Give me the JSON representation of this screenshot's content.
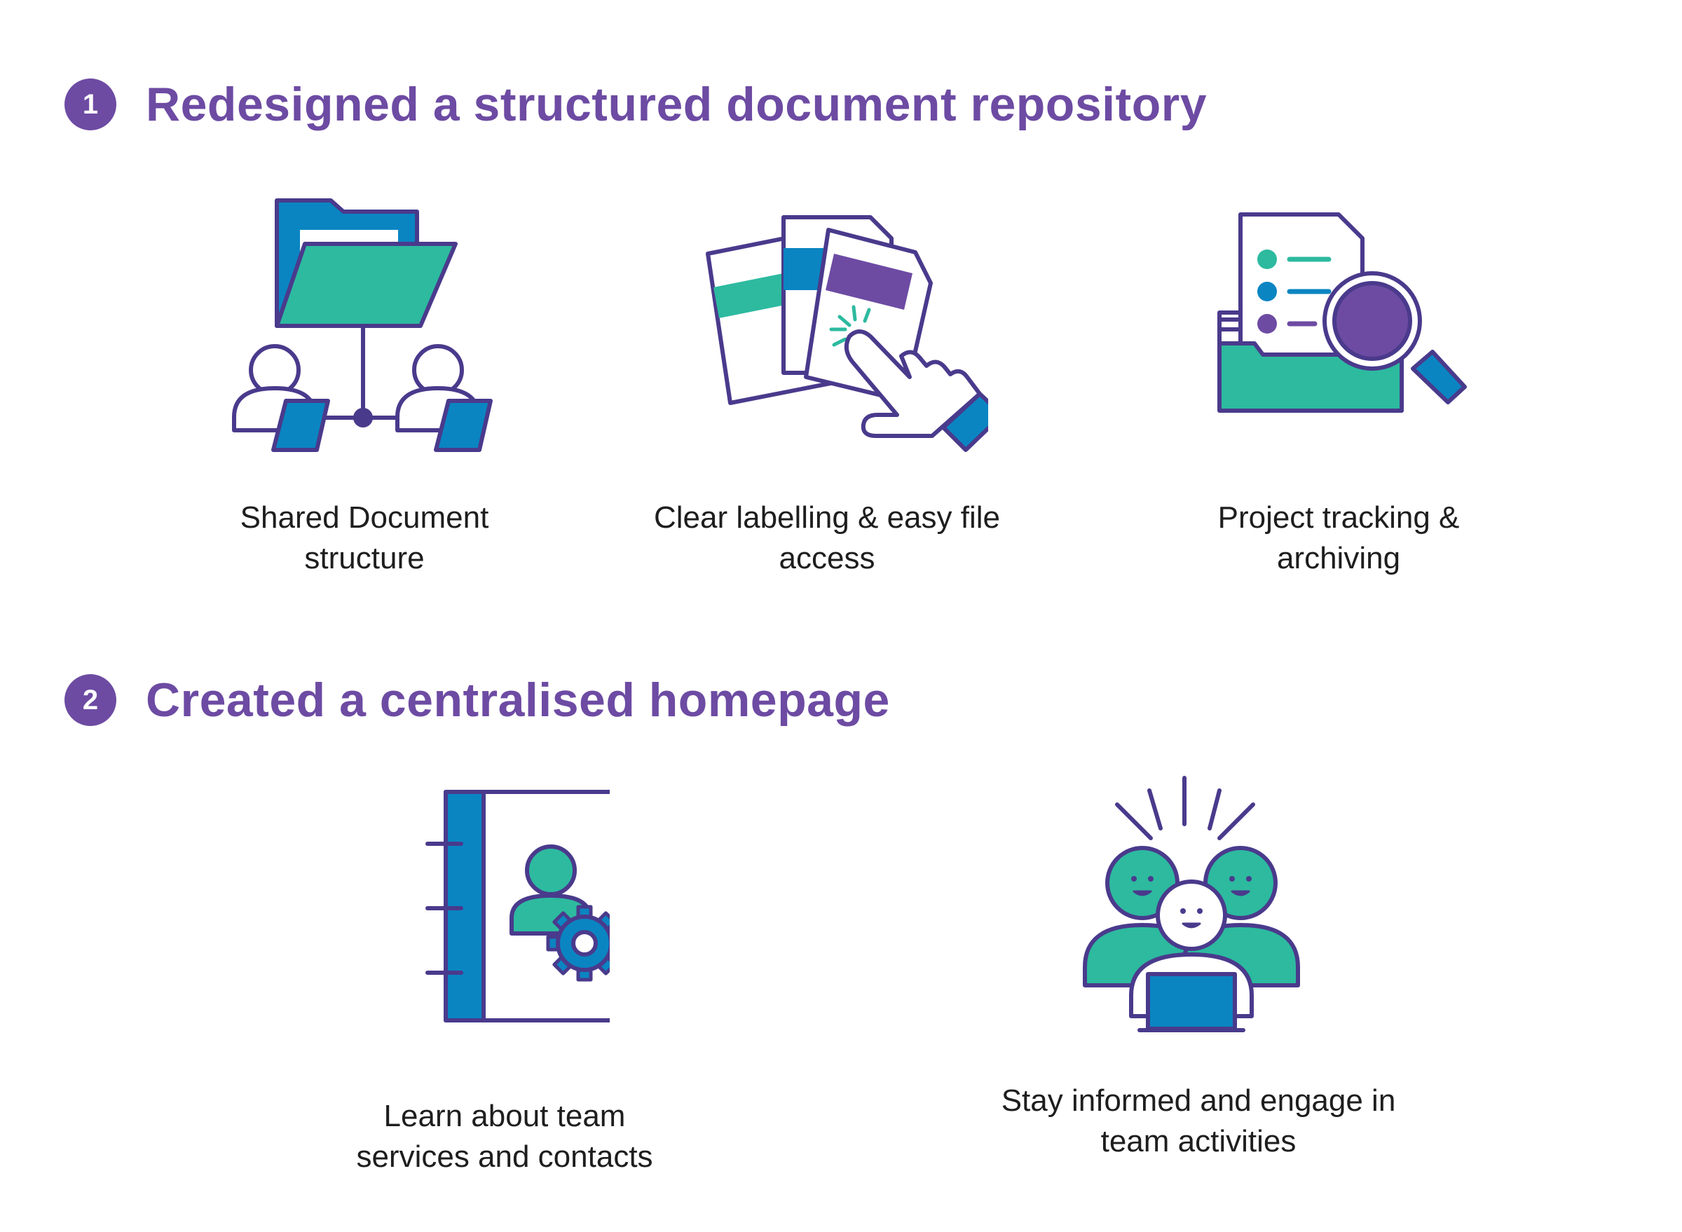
{
  "sections": [
    {
      "number": "1",
      "title": "Redesigned a structured document repository",
      "features": [
        {
          "icon": "shared-folder-users-icon",
          "caption_lines": [
            "Shared Document",
            "structure"
          ]
        },
        {
          "icon": "labelled-files-tap-icon",
          "caption_lines": [
            "Clear labelling & easy file",
            "access"
          ]
        },
        {
          "icon": "document-search-archive-icon",
          "caption_lines": [
            "Project tracking &",
            "archiving"
          ]
        }
      ]
    },
    {
      "number": "2",
      "title": "Created a centralised homepage",
      "features": [
        {
          "icon": "contact-book-gear-icon",
          "caption_lines": [
            "Learn about team",
            "services and contacts"
          ]
        },
        {
          "icon": "happy-team-icon",
          "caption_lines": [
            "Stay informed and engage in",
            "team activities"
          ]
        }
      ]
    }
  ],
  "colors": {
    "purple": "#6d4ba3",
    "outline": "#4a3a8c",
    "teal": "#2dba9f",
    "blue": "#0a85c2",
    "text": "#1e1e1e"
  }
}
